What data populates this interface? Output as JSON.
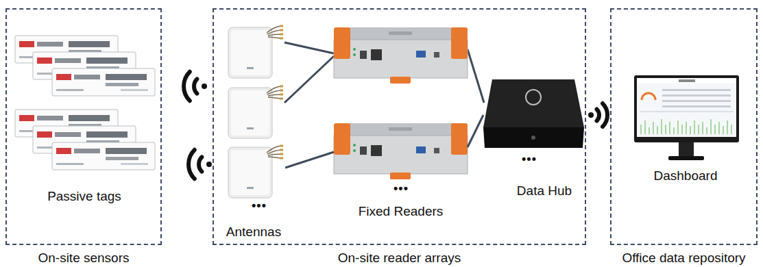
{
  "diagram": {
    "nodes": [
      {
        "text": [
          "On-site sensors"
        ]
      },
      {
        "text": [
          "Passive tags"
        ],
        "in": 0
      },
      {
        "text": [
          "On-site reader arrays"
        ]
      },
      {
        "text": [
          "Antennas"
        ],
        "in": 2
      },
      {
        "text": [
          "Fixed Readers"
        ],
        "in": 2
      },
      {
        "text": [
          "Data Hub"
        ],
        "in": 2
      },
      {
        "text": [
          "Office data repository"
        ]
      },
      {
        "text": [
          "Dashboard"
        ],
        "in": 6
      }
    ],
    "edges": [
      {
        "from": 3,
        "to": 4,
        "arrow": "none"
      },
      {
        "from": 4,
        "to": 5,
        "arrow": "none"
      }
    ],
    "labels": [
      "•••",
      "•••",
      "•••"
    ]
  }
}
